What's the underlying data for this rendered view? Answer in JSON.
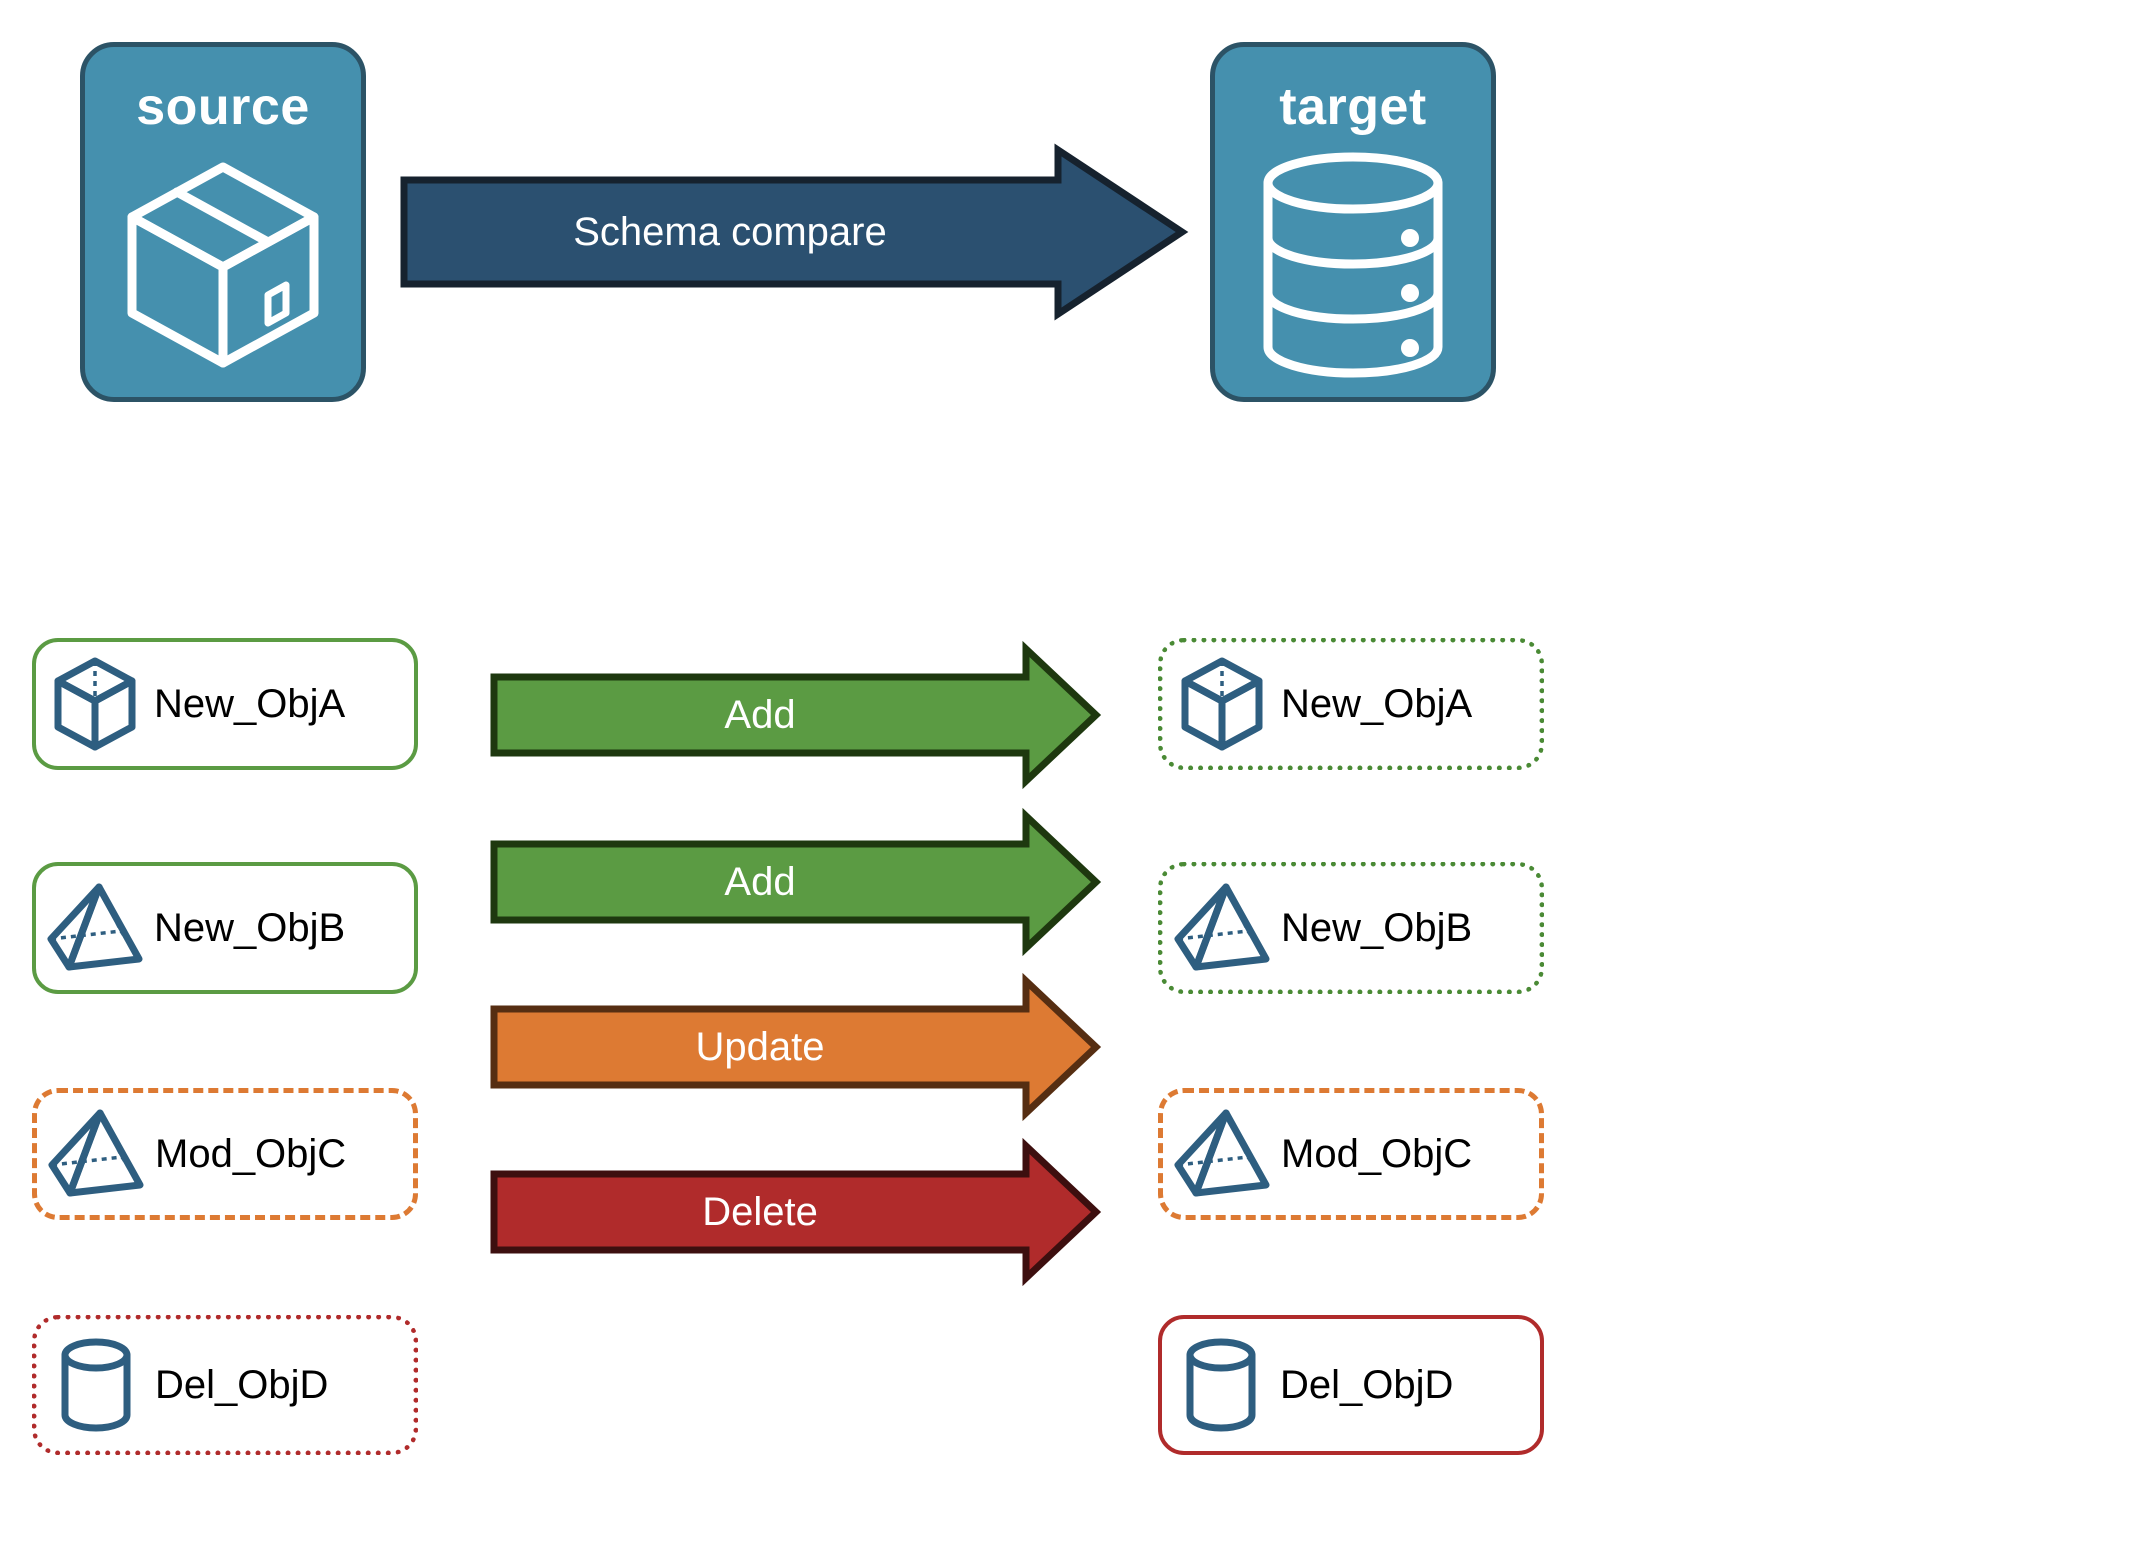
{
  "diagram": {
    "title_source": "source",
    "title_target": "target",
    "compare_arrow_label": "Schema compare"
  },
  "colors": {
    "endpoint_fill": "#4590AE",
    "endpoint_border": "#2C5366",
    "compare_arrow_fill": "#2B5070",
    "compare_arrow_border": "#16222E",
    "add_arrow_fill": "#5B9B43",
    "add_arrow_border": "#1E380F",
    "update_arrow_fill": "#DD7A33",
    "update_arrow_border": "#562E12",
    "delete_arrow_fill": "#B02B2B",
    "delete_arrow_border": "#3D0F0F",
    "object_icon": "#2E5E80",
    "green_solid": "#5B9B43",
    "green_dotted": "#4A8A35",
    "orange_dashed": "#DD7A33",
    "red_dotted": "#B02B2B",
    "red_solid": "#B02B2B"
  },
  "endpoints": {
    "source": {
      "label": "source",
      "icon": "package-box-icon"
    },
    "target": {
      "label": "target",
      "icon": "database-cylinder-icon"
    }
  },
  "rows": [
    {
      "source_label": "New_ObjA",
      "target_label": "New_ObjA",
      "action": "Add",
      "icon": "wireframe-cube-icon",
      "source_border": "green-solid",
      "target_border": "green-dotted",
      "arrow_color": "add"
    },
    {
      "source_label": "New_ObjB",
      "target_label": "New_ObjB",
      "action": "Add",
      "icon": "wireframe-pyramid-icon",
      "source_border": "green-solid",
      "target_border": "green-dotted",
      "arrow_color": "add"
    },
    {
      "source_label": "Mod_ObjC",
      "target_label": "Mod_ObjC",
      "action": "Update",
      "icon": "wireframe-pyramid-icon",
      "source_border": "orange-dashed",
      "target_border": "orange-dashed",
      "arrow_color": "update"
    },
    {
      "source_label": "Del_ObjD",
      "target_label": "Del_ObjD",
      "action": "Delete",
      "icon": "wireframe-cylinder-icon",
      "source_border": "red-dotted",
      "target_border": "red-solid",
      "arrow_color": "delete"
    }
  ]
}
